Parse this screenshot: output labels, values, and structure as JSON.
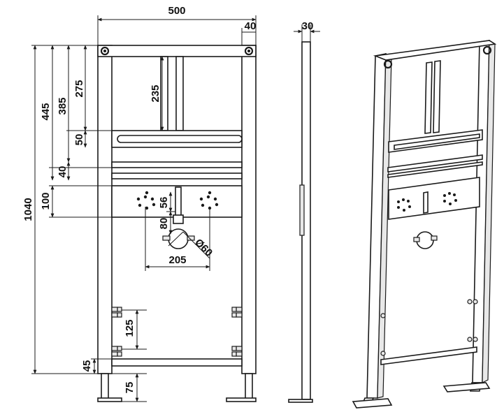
{
  "dimensions": {
    "width_top": "500",
    "offset_right": "40",
    "depth": "30",
    "h_275": "275",
    "h_235": "235",
    "h_385": "385",
    "h_445": "445",
    "h_50": "50",
    "h_40": "40",
    "h_100": "100",
    "h_1040": "1040",
    "h_56": "56",
    "h_80": "80",
    "diameter": "Ø60",
    "w_205": "205",
    "h_125": "125",
    "h_45": "45",
    "h_75": "75"
  }
}
